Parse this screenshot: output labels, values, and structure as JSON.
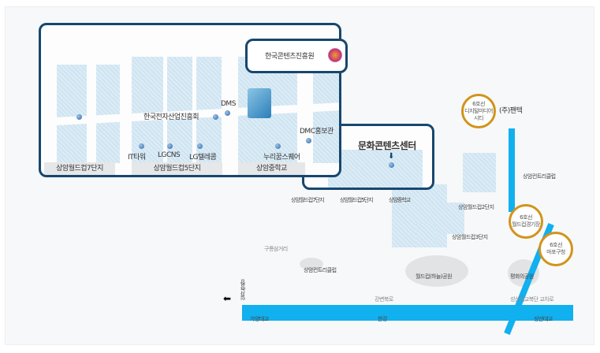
{
  "inset": {
    "callout": "한국콘텐츠진흥원",
    "labels": {
      "kea": "한국전자산업진흥회",
      "dms": "DMS",
      "dmc": "DMC홍보관",
      "it": "IT타워",
      "lgcns": "LGCNS",
      "lgt": "LG텔레콤",
      "nuri": "누리꿈스퀘어"
    },
    "bars": [
      "상암월드컵7단지",
      "상암월드컵5단지",
      "상암중학교"
    ]
  },
  "center": {
    "title": "문화콘텐츠센터"
  },
  "map": {
    "small_bars": [
      "상암월드컵7단지",
      "상암월드컵5단지",
      "상암중학교"
    ],
    "pantech": "(주)팬텍",
    "country_club_top": "상암컨트리클럽",
    "apt2": "상암월드컵2단지",
    "apt3": "상암월드컵3단지",
    "guryong": "구룡삼거리",
    "country_club": "상암컨트리클럽",
    "sky_park": "월드컵(하늘)공원",
    "peace_park": "평화의공원",
    "gangbyeon": "강변북로",
    "seongsan_jct": "성산대교북단 교차로",
    "gayang": "가양대교",
    "hangang": "한강",
    "seongsan": "성산대교",
    "ilsan": "일산방향"
  },
  "stations": [
    {
      "line": "6호선",
      "name": "디지털미디어시티"
    },
    {
      "line": "6호선",
      "name": "월드컵경기장"
    },
    {
      "line": "6호선",
      "name": "마포구청"
    }
  ],
  "colors": {
    "river": "#11b0ef",
    "station": "#d1941c",
    "inset_border": "#17476e"
  }
}
